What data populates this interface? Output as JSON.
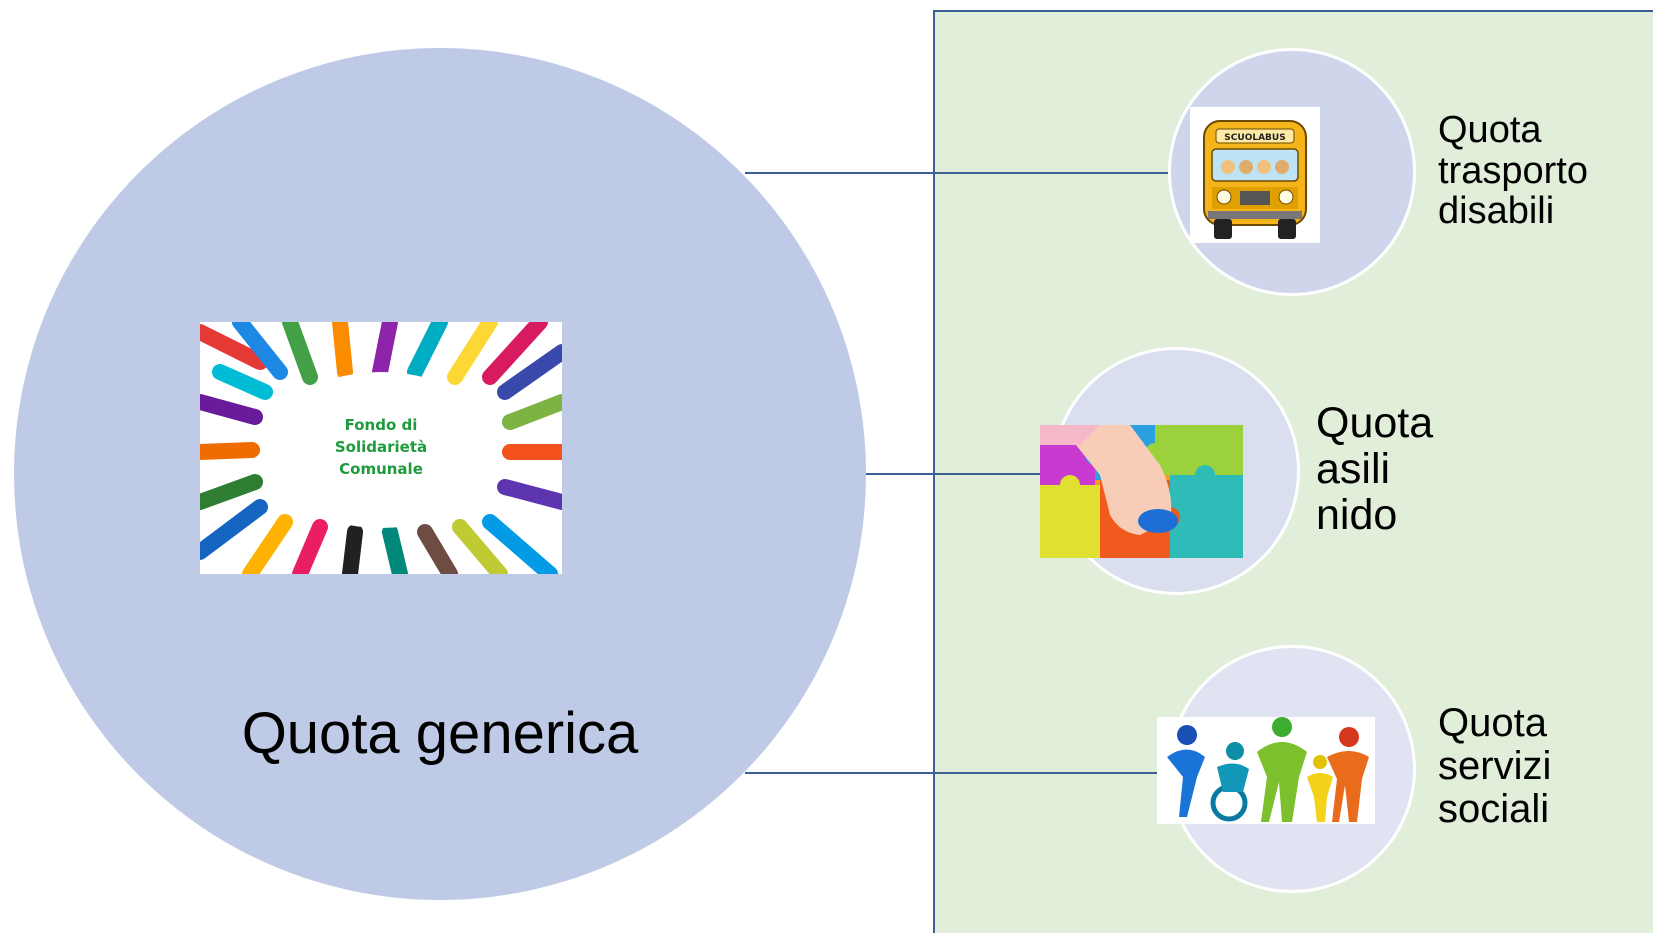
{
  "colors": {
    "panel_fill": "#e1eed9",
    "big_circle": "#bfcae6",
    "small_circle_1": "#cfd6ec",
    "small_circle_2": "#dadfef",
    "small_circle_3": "#e0e4f2",
    "connector": "#3c5f96"
  },
  "main": {
    "label": "Quota generica",
    "logo_text": [
      "Fondo di",
      "Solidarietà",
      "Comunale"
    ]
  },
  "items": [
    {
      "lines": [
        "Quota",
        "trasporto",
        "disabili"
      ],
      "icon": "school-bus-icon",
      "bus_text": "SCUOLABUS"
    },
    {
      "lines": [
        "Quota",
        "asili",
        "nido"
      ],
      "icon": "puzzle-mat-icon"
    },
    {
      "lines": [
        "Quota",
        "servizi",
        "sociali"
      ],
      "icon": "family-icon"
    }
  ]
}
